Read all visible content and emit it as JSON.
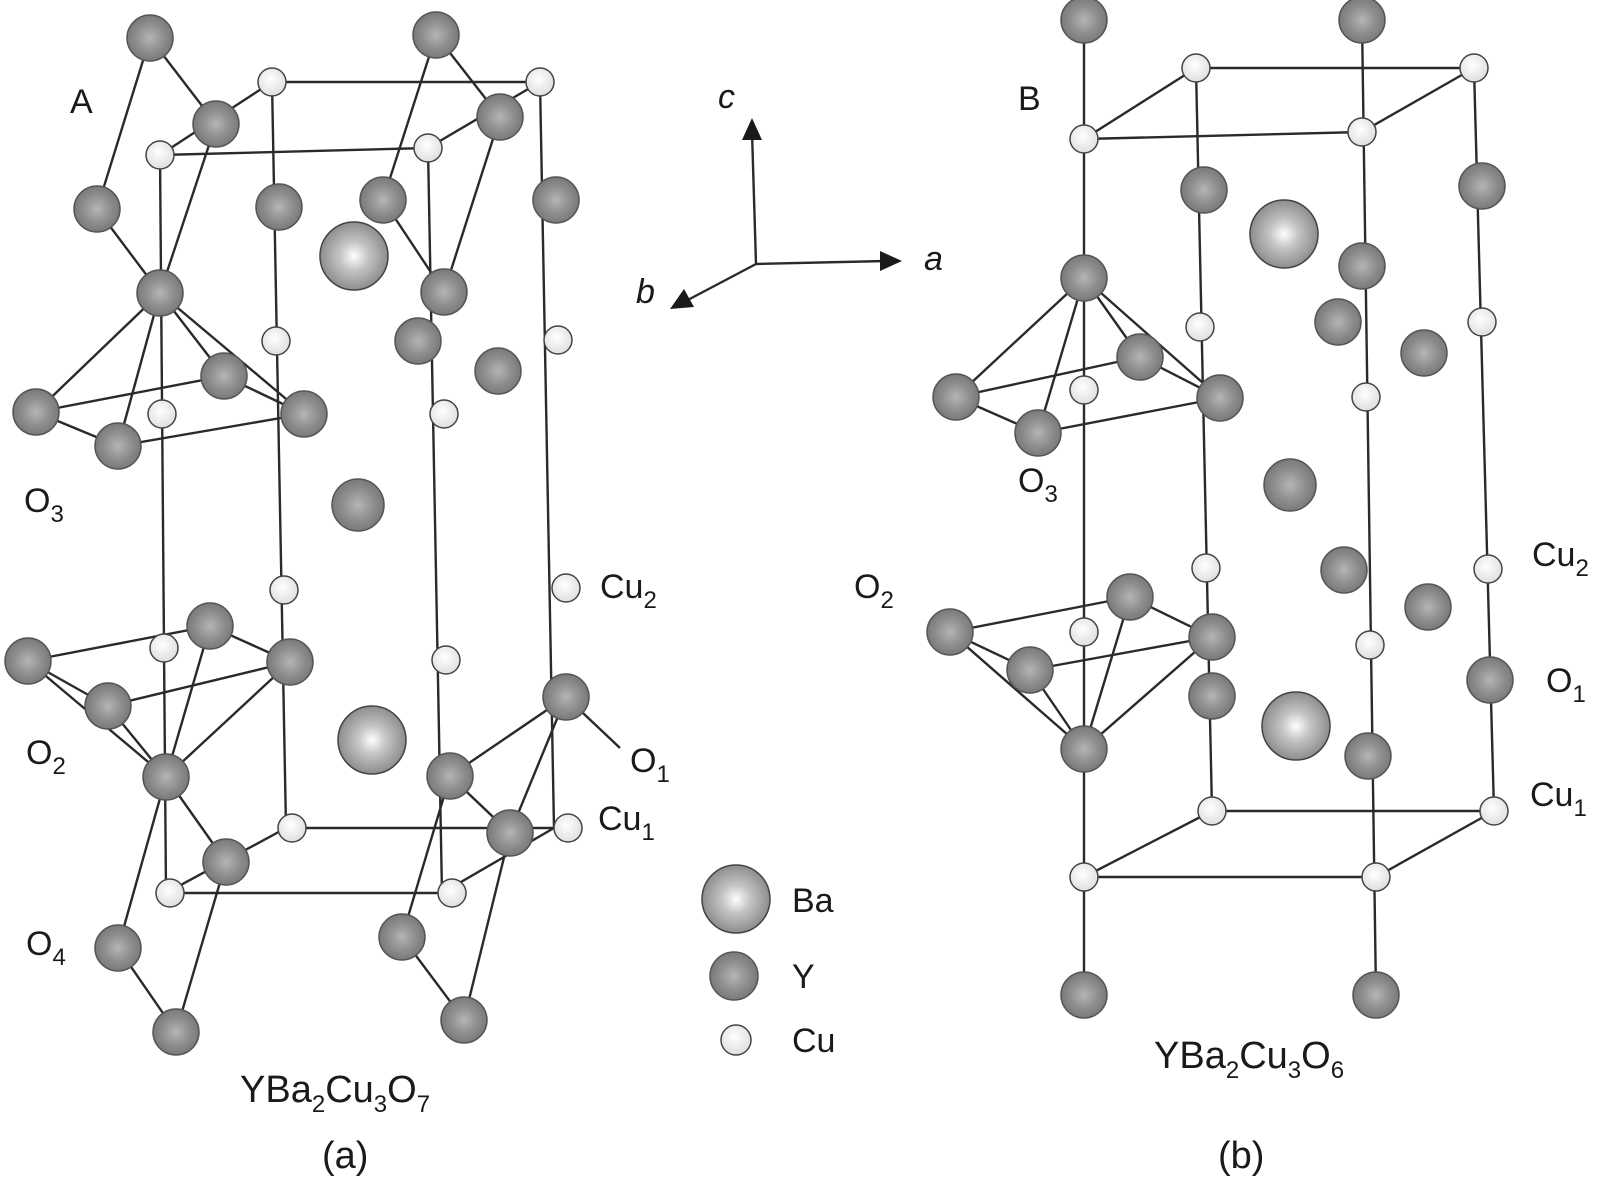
{
  "panel_a": {
    "letter": "A",
    "formula": {
      "y": "Y",
      "ba": "Ba",
      "ba_n": "2",
      "cu": "Cu",
      "cu_n": "3",
      "o": "O",
      "o_n": "7"
    },
    "caption": "(a)",
    "labels": {
      "o3": {
        "el": "O",
        "n": "3"
      },
      "o2": {
        "el": "O",
        "n": "2"
      },
      "o4": {
        "el": "O",
        "n": "4"
      },
      "cu2": {
        "el": "Cu",
        "n": "2"
      },
      "o1": {
        "el": "O",
        "n": "1"
      },
      "cu1": {
        "el": "Cu",
        "n": "1"
      }
    }
  },
  "panel_b": {
    "letter": "B",
    "formula": {
      "y": "Y",
      "ba": "Ba",
      "ba_n": "2",
      "cu": "Cu",
      "cu_n": "3",
      "o": "O",
      "o_n": "6"
    },
    "caption": "(b)",
    "labels": {
      "o3": {
        "el": "O",
        "n": "3"
      },
      "o2": {
        "el": "O",
        "n": "2"
      },
      "cu2": {
        "el": "Cu",
        "n": "2"
      },
      "o1": {
        "el": "O",
        "n": "1"
      },
      "cu1": {
        "el": "Cu",
        "n": "1"
      }
    }
  },
  "axes": {
    "c": "c",
    "a": "a",
    "b": "b"
  },
  "legend": [
    {
      "key": "ba",
      "label": "Ba"
    },
    {
      "key": "y",
      "label": "Y"
    },
    {
      "key": "cu",
      "label": "Cu"
    }
  ],
  "colors": {
    "ba_fill": "#8e8e8e",
    "ba_highlight": "#ffffff",
    "y_fill": "#8a8a8a",
    "cu_fill": "#f2f2f2",
    "bond": "#2a2a2a"
  }
}
